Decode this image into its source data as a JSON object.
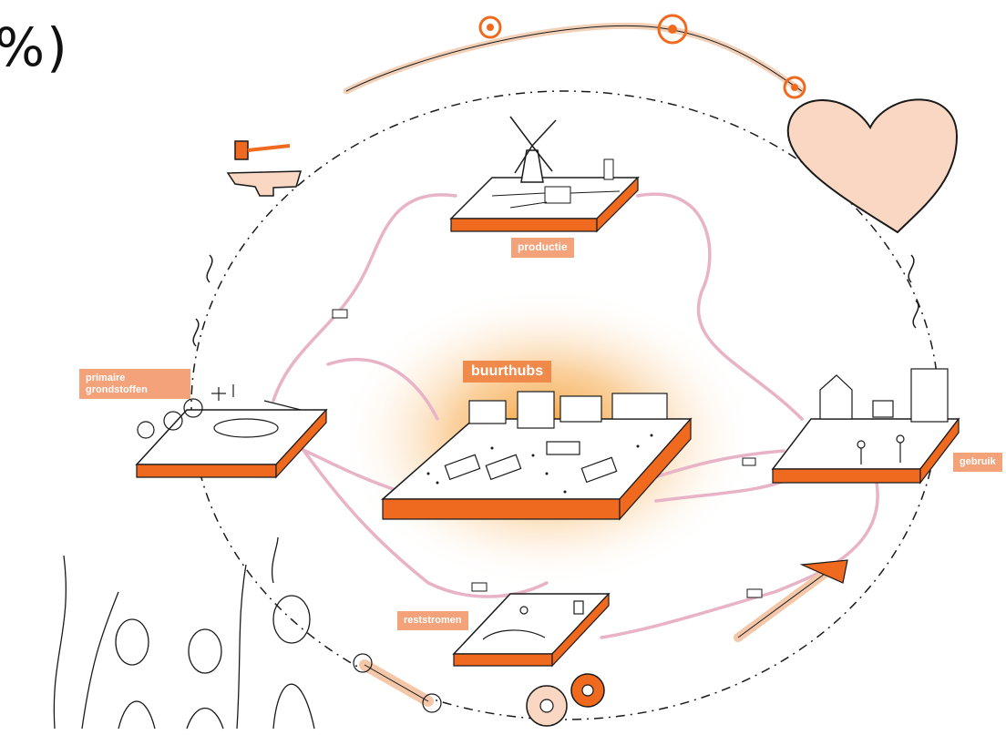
{
  "corner_text": "%)",
  "labels": {
    "productie": "productie",
    "primaire": "primaire grondstoffen",
    "buurthubs": "buurthubs",
    "gebruik": "gebruik",
    "reststromen": "reststromen"
  },
  "colors": {
    "orange": "#ef6a1e",
    "label_bg": "#f4a27a",
    "buurthubs_label_bg": "#f08a4b",
    "flow_line": "#e8b3c6",
    "peach": "#f9d7c3",
    "ink": "#1a1a1a",
    "glow": "#f4931f"
  },
  "icons": [
    "hammer-anvil-icon",
    "flower-branch-icon",
    "heart-icon",
    "wrench-icon",
    "gears-icon",
    "axe-icon",
    "windmill-icon",
    "people-cheering-icon",
    "cargo-bike-icon"
  ]
}
